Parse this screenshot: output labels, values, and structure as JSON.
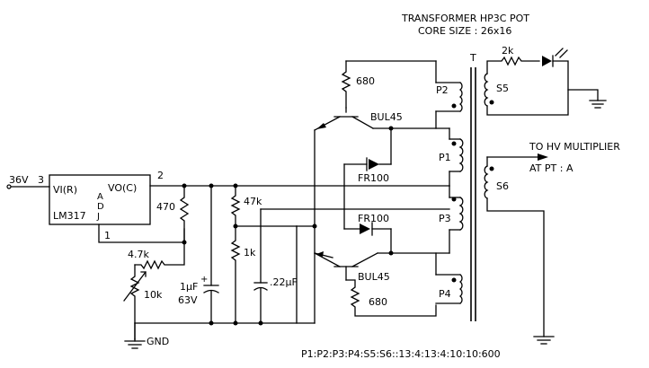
{
  "header": {
    "transformer": "TRANSFORMER HP3C POT",
    "core": "CORE SIZE : 26x16"
  },
  "input": {
    "voltage": "36V",
    "pin": "3"
  },
  "regulator": {
    "name": "LM317",
    "vin": "VI(R)",
    "vout": "VO(C)",
    "adj_a": "A",
    "adj_d": "D",
    "adj_j": "J",
    "pin_out": "2",
    "pin_adj": "1"
  },
  "components": {
    "r_470": "470",
    "r_4k7": "4.7k",
    "r_10k": "10k",
    "c_1uf": "1μF",
    "c_1uf_v": "63V",
    "r_47k": "47k",
    "r_1k": "1k",
    "c_22uf": ".22μF",
    "r_680_top": "680",
    "r_680_bot": "680",
    "q_top": "BUL45",
    "q_bot": "BUL45",
    "d_top": "FR100",
    "d_bot": "FR100",
    "r_2k": "2k",
    "gnd": "GND"
  },
  "transformer": {
    "label": "T",
    "p2": "P2",
    "p1": "P1",
    "p3": "P3",
    "p4": "P4",
    "s5": "S5",
    "s6": "S6"
  },
  "output": {
    "line1": "TO HV MULTIPLIER",
    "line2": "AT PT : A"
  },
  "ratio": "P1:P2:P3:P4:S5:S6::13:4:13:4:10:10:600"
}
